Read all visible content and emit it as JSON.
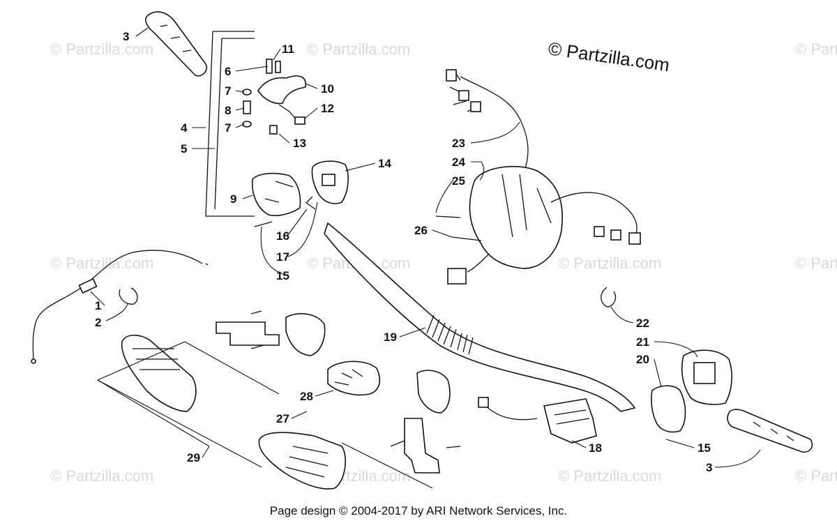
{
  "brand": "© Partzilla.com",
  "watermark": "© Partzilla.com",
  "footer": "Page design © 2004-2017 by ARI Network Services, Inc.",
  "callouts": [
    "3",
    "11",
    "6",
    "10",
    "7",
    "8",
    "12",
    "7",
    "4",
    "13",
    "5",
    "14",
    "23",
    "24",
    "25",
    "9",
    "16",
    "26",
    "17",
    "15",
    "1",
    "2",
    "22",
    "21",
    "19",
    "20",
    "28",
    "27",
    "18",
    "15",
    "29",
    "3"
  ]
}
